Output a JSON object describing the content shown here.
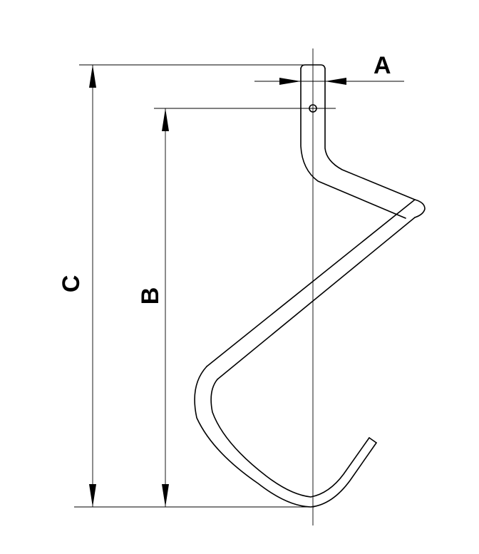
{
  "dimensions": {
    "a_label": "A",
    "b_label": "B",
    "c_label": "C"
  }
}
